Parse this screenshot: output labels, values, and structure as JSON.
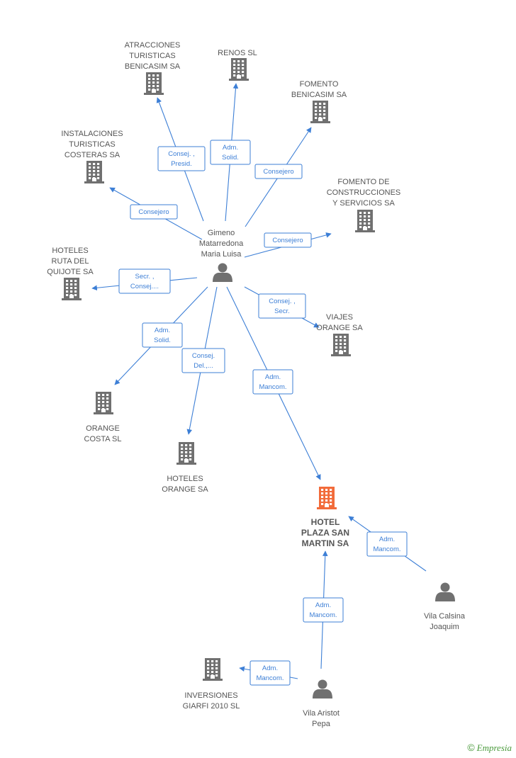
{
  "colors": {
    "edge": "#3d7fd6",
    "building": "#707070",
    "focus_building": "#f26b3a",
    "person": "#707070",
    "text": "#555555",
    "brand": "#4a9a3c"
  },
  "nodes": [
    {
      "id": "atracciones",
      "kind": "company",
      "lines": [
        "ATRACCIONES",
        "TURISTICAS",
        "BENICASIM SA"
      ]
    },
    {
      "id": "renos",
      "kind": "company",
      "lines": [
        "RENOS SL"
      ]
    },
    {
      "id": "fomento-benicasim",
      "kind": "company",
      "lines": [
        "FOMENTO",
        "BENICASIM SA"
      ]
    },
    {
      "id": "instalaciones",
      "kind": "company",
      "lines": [
        "INSTALACIONES",
        "TURISTICAS",
        "COSTERAS SA"
      ]
    },
    {
      "id": "fomento-construcciones",
      "kind": "company",
      "lines": [
        "FOMENTO DE",
        "CONSTRUCCIONES",
        "Y SERVICIOS SA"
      ]
    },
    {
      "id": "hoteles-ruta",
      "kind": "company",
      "lines": [
        "HOTELES",
        "RUTA DEL",
        "QUIJOTE SA"
      ]
    },
    {
      "id": "viajes-orange",
      "kind": "company",
      "lines": [
        "VIAJES",
        "ORANGE SA"
      ]
    },
    {
      "id": "orange-costa",
      "kind": "company",
      "lines": [
        "ORANGE",
        "COSTA SL"
      ]
    },
    {
      "id": "hoteles-orange",
      "kind": "company",
      "lines": [
        "HOTELES",
        "ORANGE SA"
      ]
    },
    {
      "id": "hotel-plaza",
      "kind": "focus",
      "lines": [
        "HOTEL",
        "PLAZA SAN",
        "MARTIN SA"
      ]
    },
    {
      "id": "inversiones-giarfi",
      "kind": "company",
      "lines": [
        "INVERSIONES",
        "GIARFI 2010 SL"
      ]
    },
    {
      "id": "gimeno",
      "kind": "person",
      "lines": [
        "Gimeno",
        "Matarredona",
        "Maria Luisa"
      ]
    },
    {
      "id": "vila-calsina",
      "kind": "person",
      "lines": [
        "Vila Calsina",
        "Joaquim"
      ]
    },
    {
      "id": "vila-aristot",
      "kind": "person",
      "lines": [
        "Vila Aristot",
        "Pepa"
      ]
    }
  ],
  "edges": [
    {
      "from": "gimeno",
      "to": "atracciones",
      "label": [
        "Consej. ,",
        "Presid."
      ]
    },
    {
      "from": "gimeno",
      "to": "renos",
      "label": [
        "Adm.",
        "Solid."
      ]
    },
    {
      "from": "gimeno",
      "to": "fomento-benicasim",
      "label": [
        "Consejero"
      ]
    },
    {
      "from": "gimeno",
      "to": "instalaciones",
      "label": [
        "Consejero"
      ]
    },
    {
      "from": "gimeno",
      "to": "fomento-construcciones",
      "label": [
        "Consejero"
      ]
    },
    {
      "from": "gimeno",
      "to": "hoteles-ruta",
      "label": [
        "Secr. ,",
        "Consej...."
      ]
    },
    {
      "from": "gimeno",
      "to": "viajes-orange",
      "label": [
        "Consej. ,",
        "Secr."
      ]
    },
    {
      "from": "gimeno",
      "to": "orange-costa",
      "label": [
        "Adm.",
        "Solid."
      ]
    },
    {
      "from": "gimeno",
      "to": "hoteles-orange",
      "label": [
        "Consej.",
        "Del.,..."
      ]
    },
    {
      "from": "gimeno",
      "to": "hotel-plaza",
      "label": [
        "Adm.",
        "Mancom."
      ]
    },
    {
      "from": "vila-calsina",
      "to": "hotel-plaza",
      "label": [
        "Adm.",
        "Mancom."
      ]
    },
    {
      "from": "vila-aristot",
      "to": "hotel-plaza",
      "label": [
        "Adm.",
        "Mancom."
      ]
    },
    {
      "from": "vila-aristot",
      "to": "inversiones-giarfi",
      "label": [
        "Adm.",
        "Mancom."
      ]
    }
  ],
  "footer": {
    "copyright": "©",
    "brand": "Empresia"
  }
}
